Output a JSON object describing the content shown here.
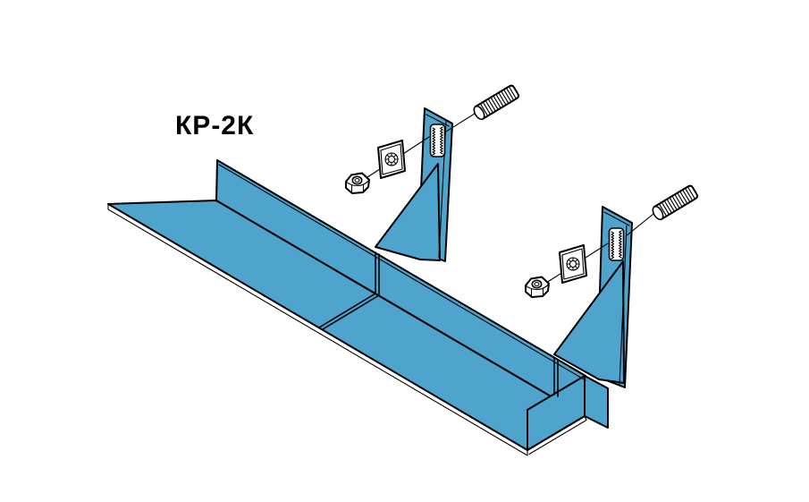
{
  "title": {
    "label": "КР-2К"
  },
  "colors": {
    "background": "#FFFFFF",
    "steel_blue": "#4FA4CD",
    "outline": "#000000",
    "fastener_white": "#FFFFFF"
  },
  "diagram": {
    "type": "exploded-assembly",
    "part_count_fastener_sets": 2,
    "fastener_set": [
      "hex-nut",
      "serrated-clamp-washer",
      "threaded-stud"
    ]
  }
}
